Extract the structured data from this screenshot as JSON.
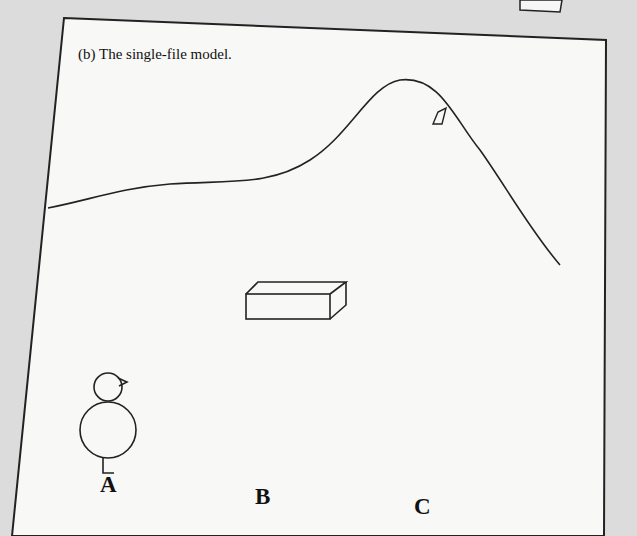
{
  "diagram": {
    "title": "(b) The single-file model.",
    "labels": [
      "A",
      "B",
      "C"
    ]
  }
}
